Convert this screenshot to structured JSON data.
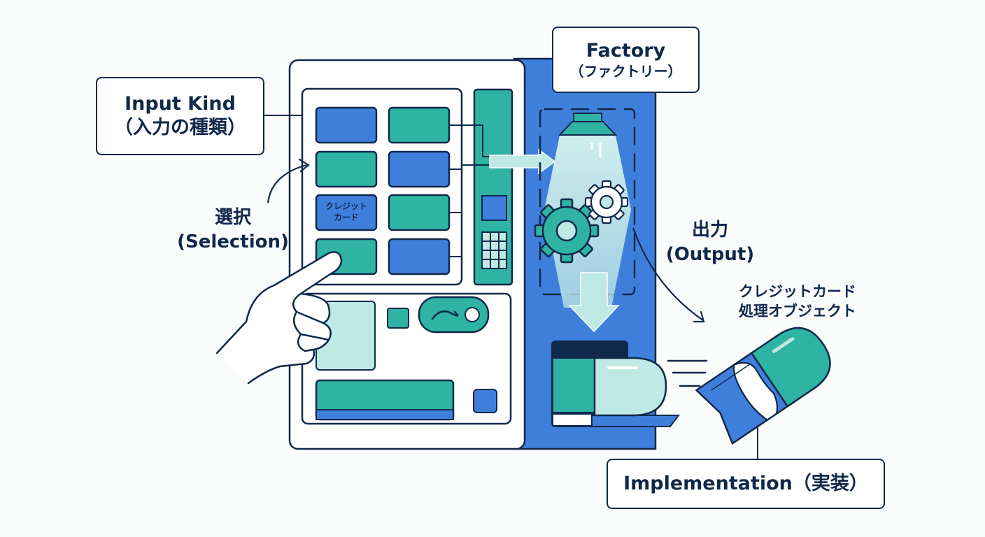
{
  "labels": {
    "input_kind": "Input Kind",
    "input_kind_jp": "（入力の種類）",
    "factory": "Factory",
    "factory_jp": "（ファクトリー）",
    "selection_jp": "選択",
    "selection": "(Selection)",
    "output_jp": "出力",
    "output": "(Output)",
    "credit_card_object_line1": "クレジットカード",
    "credit_card_object_line2": "処理オブジェクト",
    "implementation": "Implementation（実装）"
  },
  "machine": {
    "credit_button_line1": "クレジット",
    "credit_button_line2": "カード"
  },
  "colors": {
    "navy": "#10284a",
    "blue": "#3f7fdc",
    "teal": "#2fb3a3",
    "light_teal": "#bfe9e4",
    "background": "#fafbfb"
  }
}
